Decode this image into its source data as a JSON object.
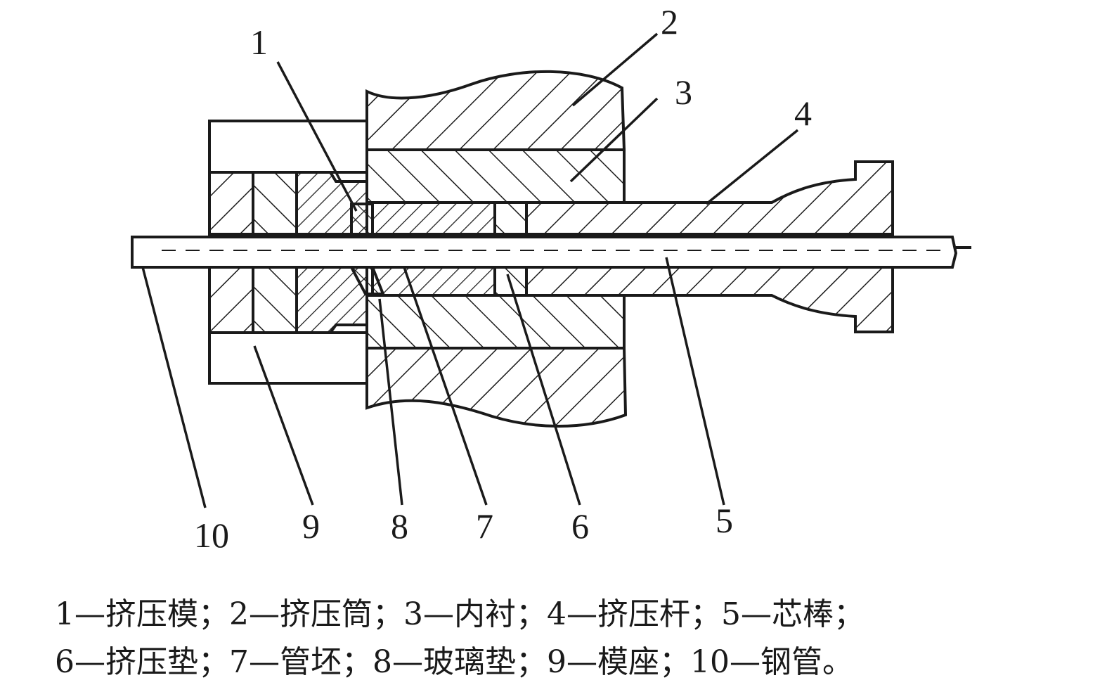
{
  "callouts": [
    {
      "id": "1",
      "label": "1"
    },
    {
      "id": "2",
      "label": "2"
    },
    {
      "id": "3",
      "label": "3"
    },
    {
      "id": "4",
      "label": "4"
    },
    {
      "id": "5",
      "label": "5"
    },
    {
      "id": "6",
      "label": "6"
    },
    {
      "id": "7",
      "label": "7"
    },
    {
      "id": "8",
      "label": "8"
    },
    {
      "id": "9",
      "label": "9"
    },
    {
      "id": "10",
      "label": "10"
    }
  ],
  "caption": {
    "line1": "1—挤压模；2—挤压筒；3—内衬；4—挤压杆；5—芯棒；",
    "line2": "6—挤压垫；7—管坯；8—玻璃垫；9—模座；10—钢管。"
  },
  "colors": {
    "ink": "#1a1a1a",
    "background": "#ffffff"
  }
}
